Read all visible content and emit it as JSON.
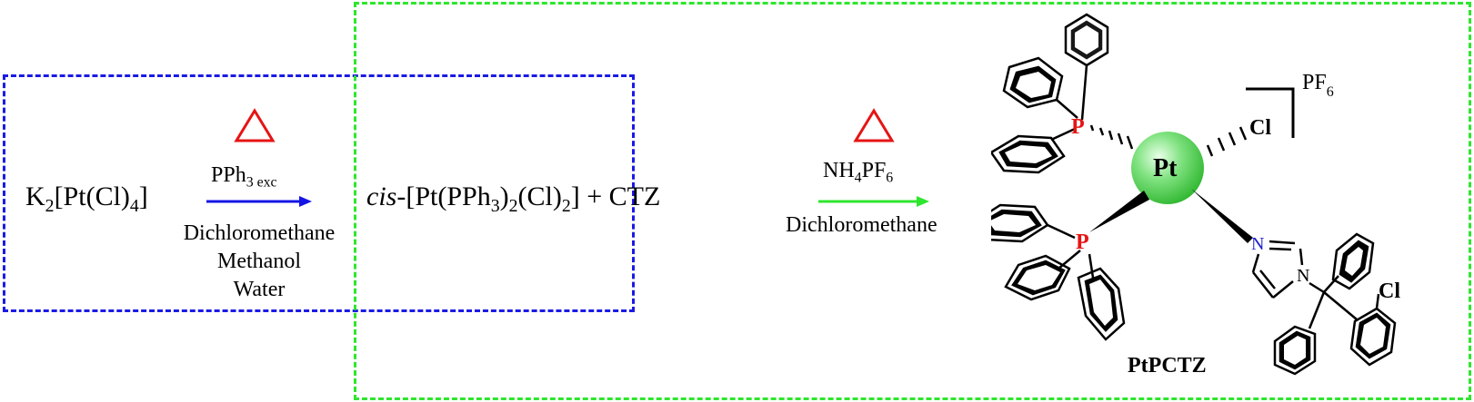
{
  "reactant": {
    "prefix": "K",
    "sub1": "2",
    "core": "[Pt(Cl)",
    "sub2": "4",
    "suffix": "]"
  },
  "step1": {
    "reagent": {
      "main": "PPh",
      "sub": "3 exc"
    },
    "solvents": [
      "Dichloromethane",
      "Methanol",
      "Water"
    ],
    "arrow_color": "#1414e6",
    "heat_color": "#e61414"
  },
  "intermediate": {
    "italic": "cis",
    "dash": "-",
    "part1": "[Pt(PPh",
    "sub1": "3",
    "part2": ")",
    "sub2": "2",
    "part3": "(Cl)",
    "sub3": "2",
    "part4": "]",
    "plus": "+ CTZ"
  },
  "step2": {
    "reagent": {
      "main": "NH",
      "sub1": "4",
      "mid": "PF",
      "sub2": "6"
    },
    "solvent": "Dichloromethane",
    "arrow_color": "#2ee62e",
    "heat_color": "#e61414"
  },
  "product": {
    "metal": "Pt",
    "metal_color": "#5ad65a",
    "p_label": "P",
    "p_color": "#e61414",
    "cl_label": "Cl",
    "n_label": "N",
    "n_color": "#2020d0",
    "counterion": {
      "main": "PF",
      "sub": "6"
    },
    "name": "PtPCTZ"
  },
  "colors": {
    "blue_box": "#1a1ae6",
    "green_box": "#2ee62e"
  }
}
